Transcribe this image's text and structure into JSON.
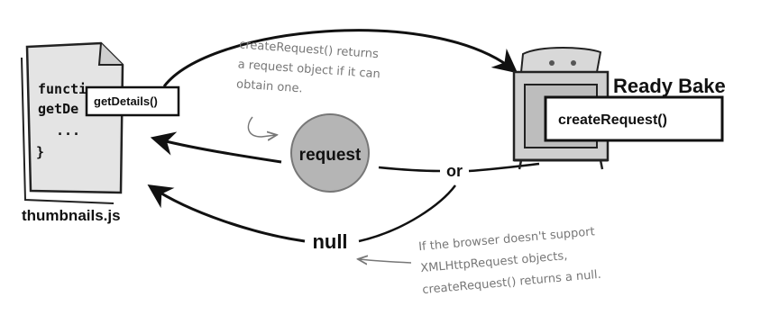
{
  "doc": {
    "code_lines": [
      "functi",
      "getDe",
      "...",
      "}"
    ],
    "file_label": "thumbnails.js",
    "details_label": "getDetails()",
    "oven_brand": "Ready Bake",
    "create_label": "createRequest()",
    "request_label": "request",
    "or_label": "or",
    "null_label": "null",
    "note_top": [
      "createRequest() returns",
      "a request object if it can",
      "obtain one."
    ],
    "note_bottom": [
      "If the browser doesn't support",
      "XMLHttpRequest objects,",
      "createRequest() returns a null."
    ],
    "icons": [
      "document-icon",
      "oven-icon"
    ],
    "colors": {
      "ink": "#111111",
      "note": "#777777",
      "ball": "#b5b5b5",
      "paper": "#e4e4e4"
    }
  }
}
